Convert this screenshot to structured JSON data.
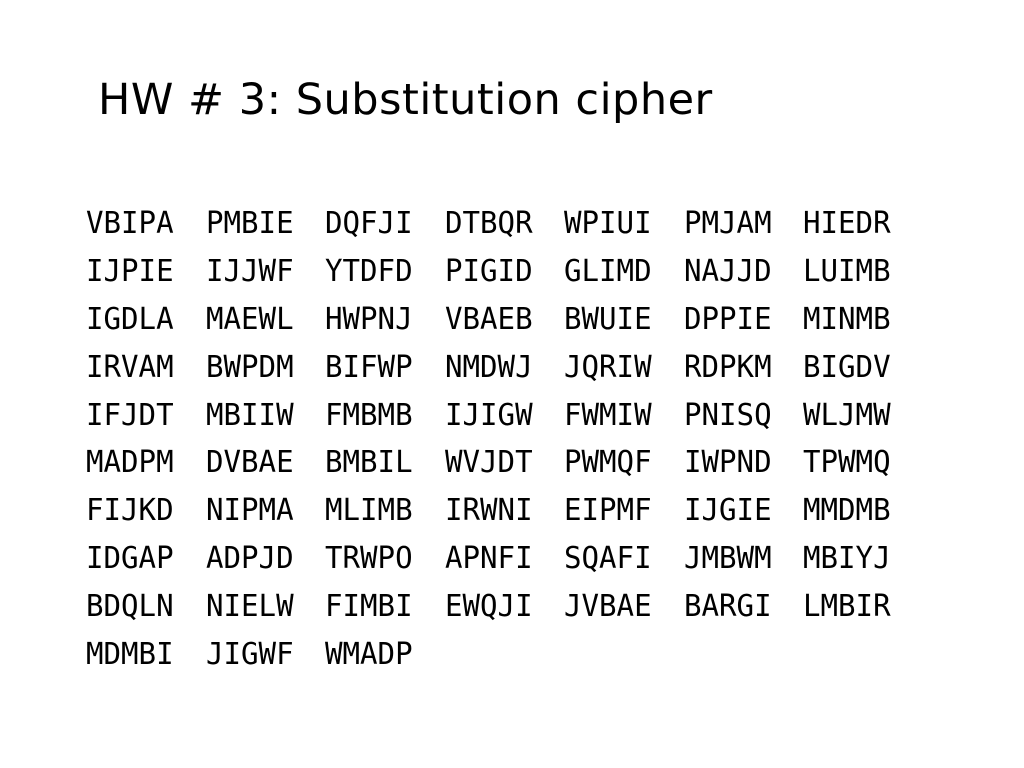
{
  "slide": {
    "title": "HW # 3: Substitution cipher",
    "ciphertext_lines": [
      [
        "VBIPA",
        "PMBIE",
        "DQFJI",
        "DTBQR",
        "WPIUI",
        "PMJAM",
        "HIEDR"
      ],
      [
        "IJPIE",
        "IJJWF",
        "YTDFD",
        "PIGID",
        "GLIMD",
        "NAJJD",
        "LUIMB"
      ],
      [
        "IGDLA",
        "MAEWL",
        "HWPNJ",
        "VBAEB",
        "BWUIE",
        "DPPIE",
        "MINMB"
      ],
      [
        "IRVAM",
        "BWPDM",
        "BIFWP",
        "NMDWJ",
        "JQRIW",
        "RDPKM",
        "BIGDV"
      ],
      [
        "IFJDT",
        "MBIIW",
        "FMBMB",
        "IJIGW",
        "FWMIW",
        "PNISQ",
        "WLJMW"
      ],
      [
        "MADPM",
        "DVBAE",
        "BMBIL",
        "WVJDT",
        "PWMQF",
        "IWPND",
        "TPWMQ"
      ],
      [
        "FIJKD",
        "NIPMA",
        "MLIMB",
        "IRWNI",
        "EIPMF",
        "IJGIE",
        "MMDMB"
      ],
      [
        "IDGAP",
        "ADPJD",
        "TRWPO",
        "APNFI",
        "SQAFI",
        "JMBWM",
        "MBIYJ"
      ],
      [
        "BDQLN",
        "NIELW",
        "FIMBI",
        "EWQJI",
        "JVBAE",
        "BARGI",
        "LMBIR"
      ],
      [
        "MDMBI",
        "JIGWF",
        "WMADP"
      ]
    ]
  }
}
